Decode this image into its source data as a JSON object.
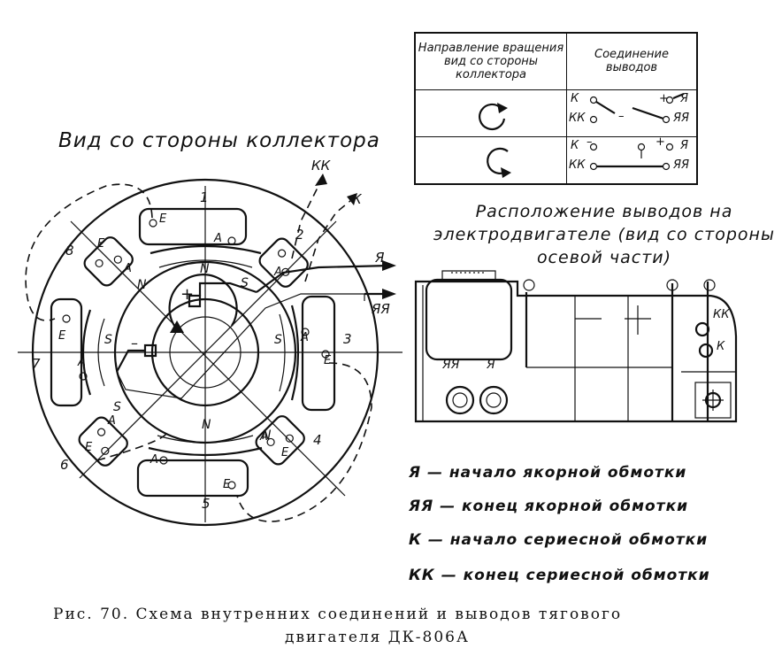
{
  "main_view": {
    "title": "Вид со стороны коллектора",
    "pole_numbers": [
      "1",
      "2",
      "3",
      "4",
      "5",
      "6",
      "7",
      "8"
    ],
    "pole_letters": {
      "north": "N",
      "south": "S"
    },
    "terminal_letters": {
      "a": "A",
      "e": "E"
    },
    "polarity": {
      "plus": "+",
      "minus": "–"
    },
    "leads": {
      "kk": "КК",
      "k": "К",
      "ya": "Я",
      "yaya": "ЯЯ"
    }
  },
  "direction_table": {
    "col1_header": "Направление вращения вид со стороны коллектора",
    "col2_header": "Соединение выводов",
    "rows": [
      {
        "rotation": "clockwise",
        "terminals": [
          "К",
          "КК",
          "+",
          "–",
          "Я",
          "ЯЯ"
        ]
      },
      {
        "rotation": "counterclockwise",
        "terminals": [
          "К",
          "КК",
          "–",
          "+",
          "Я",
          "ЯЯ"
        ]
      }
    ]
  },
  "motor_side": {
    "title": "Расположение выводов на электродвигателе (вид со стороны осевой части)",
    "labels": {
      "yaya": "ЯЯ",
      "ya": "Я",
      "kk": "КК",
      "k": "К"
    }
  },
  "legend": [
    "Я — начало якорной обмотки",
    "ЯЯ — конец якорной обмотки",
    "К — начало сериесной обмотки",
    "КК — конец сериесной обмотки"
  ],
  "caption": {
    "line1": "Рис. 70. Схема внутренних соединений и выводов тягового",
    "line2": "двигателя ДК-806А"
  }
}
